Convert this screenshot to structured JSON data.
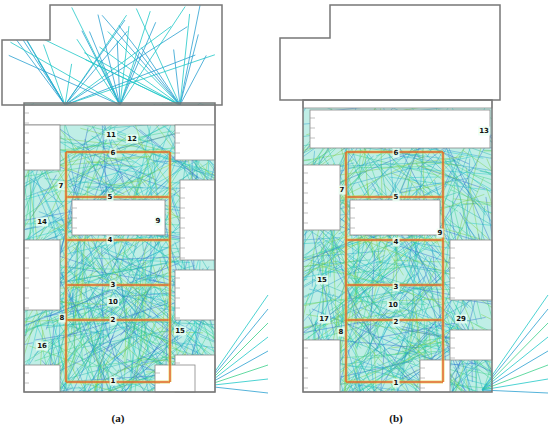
{
  "diagram": {
    "labels": [
      "11",
      "12",
      "6",
      "7",
      "5",
      "9",
      "14",
      "4",
      "3",
      "10",
      "8",
      "2",
      "15",
      "16",
      "1",
      "(a)",
      "13",
      "6",
      "7",
      "5",
      "9",
      "4",
      "15",
      "3",
      "10",
      "17",
      "8",
      "2",
      "29",
      "1",
      "(b)"
    ]
  }
}
